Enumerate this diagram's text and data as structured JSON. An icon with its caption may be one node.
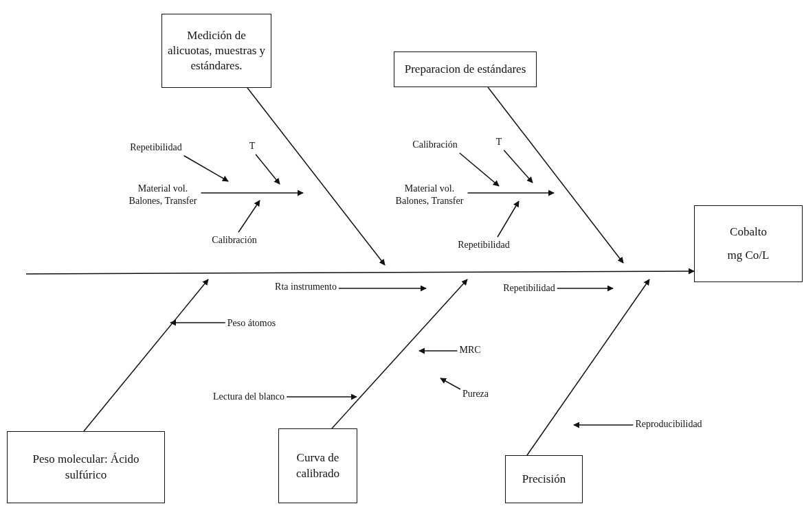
{
  "diagram": {
    "nodes": [
      {
        "text": [
          "Medición de alicuotas, muestras y estándares."
        ]
      },
      {
        "text": [
          "Preparacion de estándares"
        ]
      },
      {
        "text": [
          "Cobalto mg Co/L"
        ]
      },
      {
        "text": [
          "Peso molecular: Ácido sulfúrico"
        ]
      },
      {
        "text": [
          "Curva de calibrado"
        ]
      },
      {
        "text": [
          "Precisión"
        ]
      },
      {
        "text": [
          "Repetibilidad"
        ]
      },
      {
        "text": [
          "T"
        ]
      },
      {
        "text": [
          "Material vol. Balones, Transfer"
        ]
      },
      {
        "text": [
          "Calibración"
        ]
      },
      {
        "text": [
          "Calibración"
        ]
      },
      {
        "text": [
          "T"
        ]
      },
      {
        "text": [
          "Material vol. Balones, Transfer"
        ]
      },
      {
        "text": [
          "Repetibilidad"
        ]
      },
      {
        "text": [
          "Rta instrumento"
        ]
      },
      {
        "text": [
          "Repetibilidad"
        ]
      },
      {
        "text": [
          "Peso átomos"
        ]
      },
      {
        "text": [
          "MRC"
        ]
      },
      {
        "text": [
          "Pureza"
        ]
      },
      {
        "text": [
          "Lectura del blanco"
        ]
      },
      {
        "text": [
          "Reproducibilidad"
        ]
      }
    ],
    "edges": [
      {
        "from": null,
        "to": 2,
        "arrow": "to"
      },
      {
        "from": 0,
        "to": null,
        "arrow": "to"
      },
      {
        "from": 1,
        "to": null,
        "arrow": "to"
      },
      {
        "from": 3,
        "to": null,
        "arrow": "to"
      },
      {
        "from": 4,
        "to": null,
        "arrow": "to"
      },
      {
        "from": 5,
        "to": null,
        "arrow": "to"
      },
      {
        "from": 6,
        "to": null,
        "arrow": "to"
      },
      {
        "from": 7,
        "to": null,
        "arrow": "to"
      },
      {
        "from": 8,
        "to": null,
        "arrow": "to"
      },
      {
        "from": 9,
        "to": null,
        "arrow": "to"
      },
      {
        "from": 10,
        "to": null,
        "arrow": "to"
      },
      {
        "from": 11,
        "to": null,
        "arrow": "to"
      },
      {
        "from": 12,
        "to": null,
        "arrow": "to"
      },
      {
        "from": 13,
        "to": null,
        "arrow": "to"
      },
      {
        "from": 14,
        "to": null,
        "arrow": "to"
      },
      {
        "from": 15,
        "to": null,
        "arrow": "to"
      },
      {
        "from": 16,
        "to": null,
        "arrow": "to"
      },
      {
        "from": 17,
        "to": null,
        "arrow": "to"
      },
      {
        "from": 18,
        "to": null,
        "arrow": "to"
      },
      {
        "from": 19,
        "to": null,
        "arrow": "to"
      },
      {
        "from": 20,
        "to": null,
        "arrow": "to"
      }
    ]
  }
}
